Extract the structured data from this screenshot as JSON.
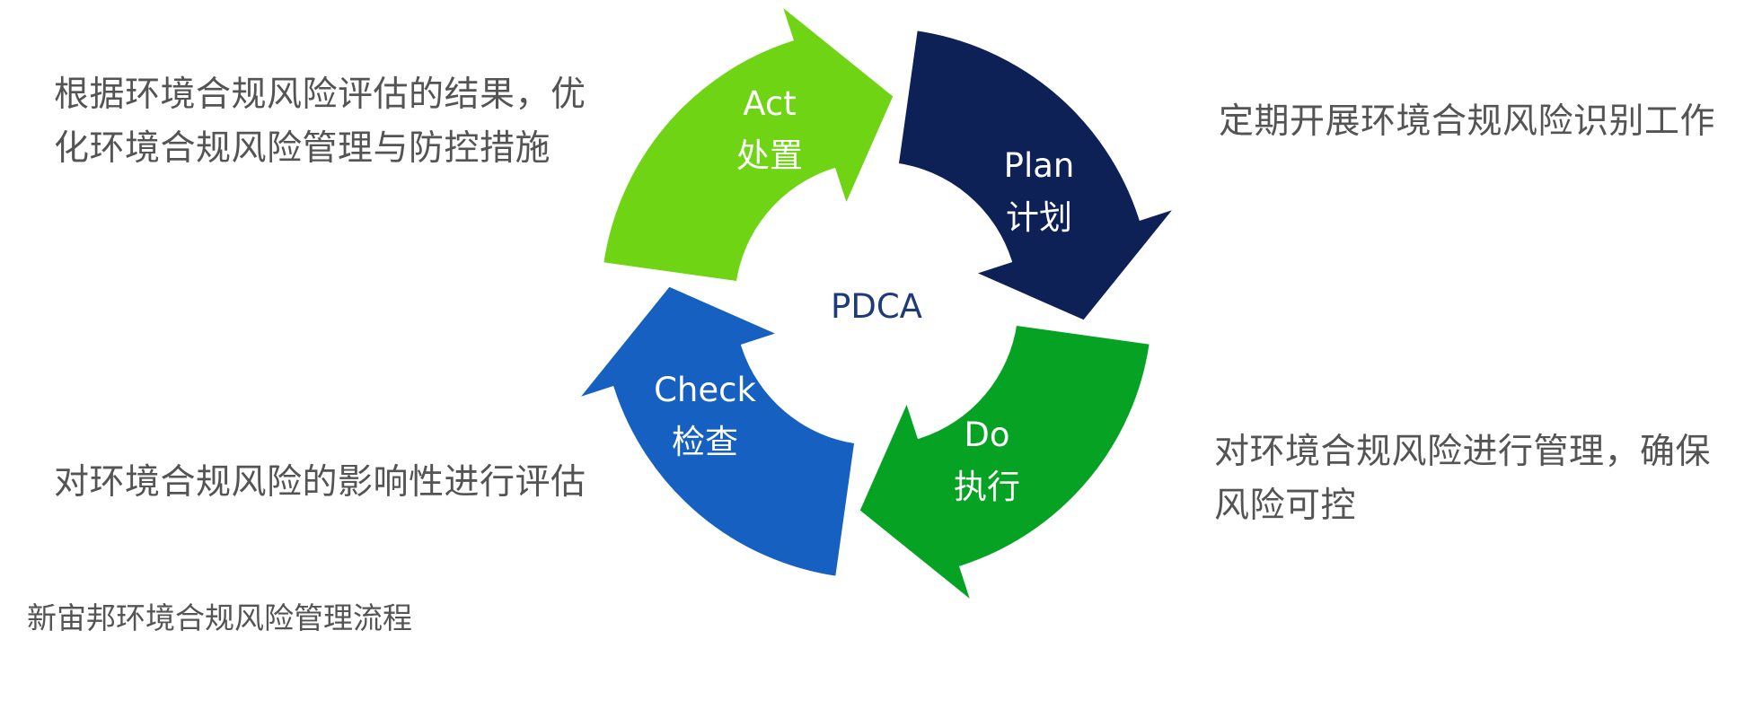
{
  "diagram": {
    "center": "PDCA",
    "stages": {
      "act": {
        "en": "Act",
        "zh": "处置",
        "color": "#6ed414"
      },
      "plan": {
        "en": "Plan",
        "zh": "计划",
        "color": "#0d2157"
      },
      "do": {
        "en": "Do",
        "zh": "执行",
        "color": "#06a223"
      },
      "check": {
        "en": "Check",
        "zh": "检查",
        "color": "#1560c0"
      }
    }
  },
  "notes": {
    "act": [
      "根据环境合规风险评估的结果，优",
      "化环境合规风险管理与防控措施"
    ],
    "plan": [
      "定期开展环境合规风险识别工作"
    ],
    "check": [
      "对环境合规风险的影响性进行评估"
    ],
    "do": [
      "对环境合规风险进行管理，确保",
      "风险可控"
    ]
  },
  "caption": "新宙邦环境合规风险管理流程"
}
